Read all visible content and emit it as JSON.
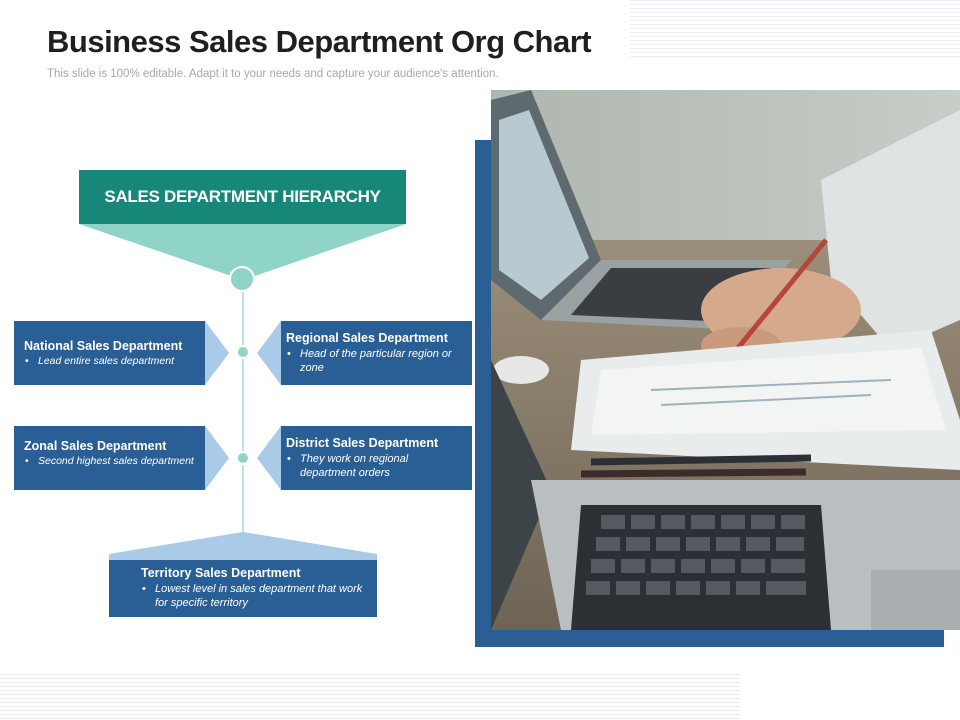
{
  "slide": {
    "title": "Business Sales Department Org Chart",
    "subtitle": "This slide is 100% editable. Adapt it to your needs and capture your audience's attention."
  },
  "hierarchy": {
    "header": "SALES DEPARTMENT HIERARCHY",
    "nodes": [
      {
        "title": "National Sales Department",
        "desc": "Lead entire sales department"
      },
      {
        "title": "Regional Sales Department",
        "desc": "Head of the particular region or zone"
      },
      {
        "title": "Zonal  Sales Department",
        "desc": "Second highest sales department"
      },
      {
        "title": "District  Sales Department",
        "desc": "They work on regional department orders"
      },
      {
        "title": "Territory Sales Department",
        "desc": "Lowest level in sales department that work for specific territory"
      }
    ]
  },
  "bullet": "•",
  "colors": {
    "header_green": "#17877a",
    "box_blue": "#2a5f95",
    "accent_mint": "#8fd4c7",
    "chevron_light": "#a9cbe8"
  }
}
